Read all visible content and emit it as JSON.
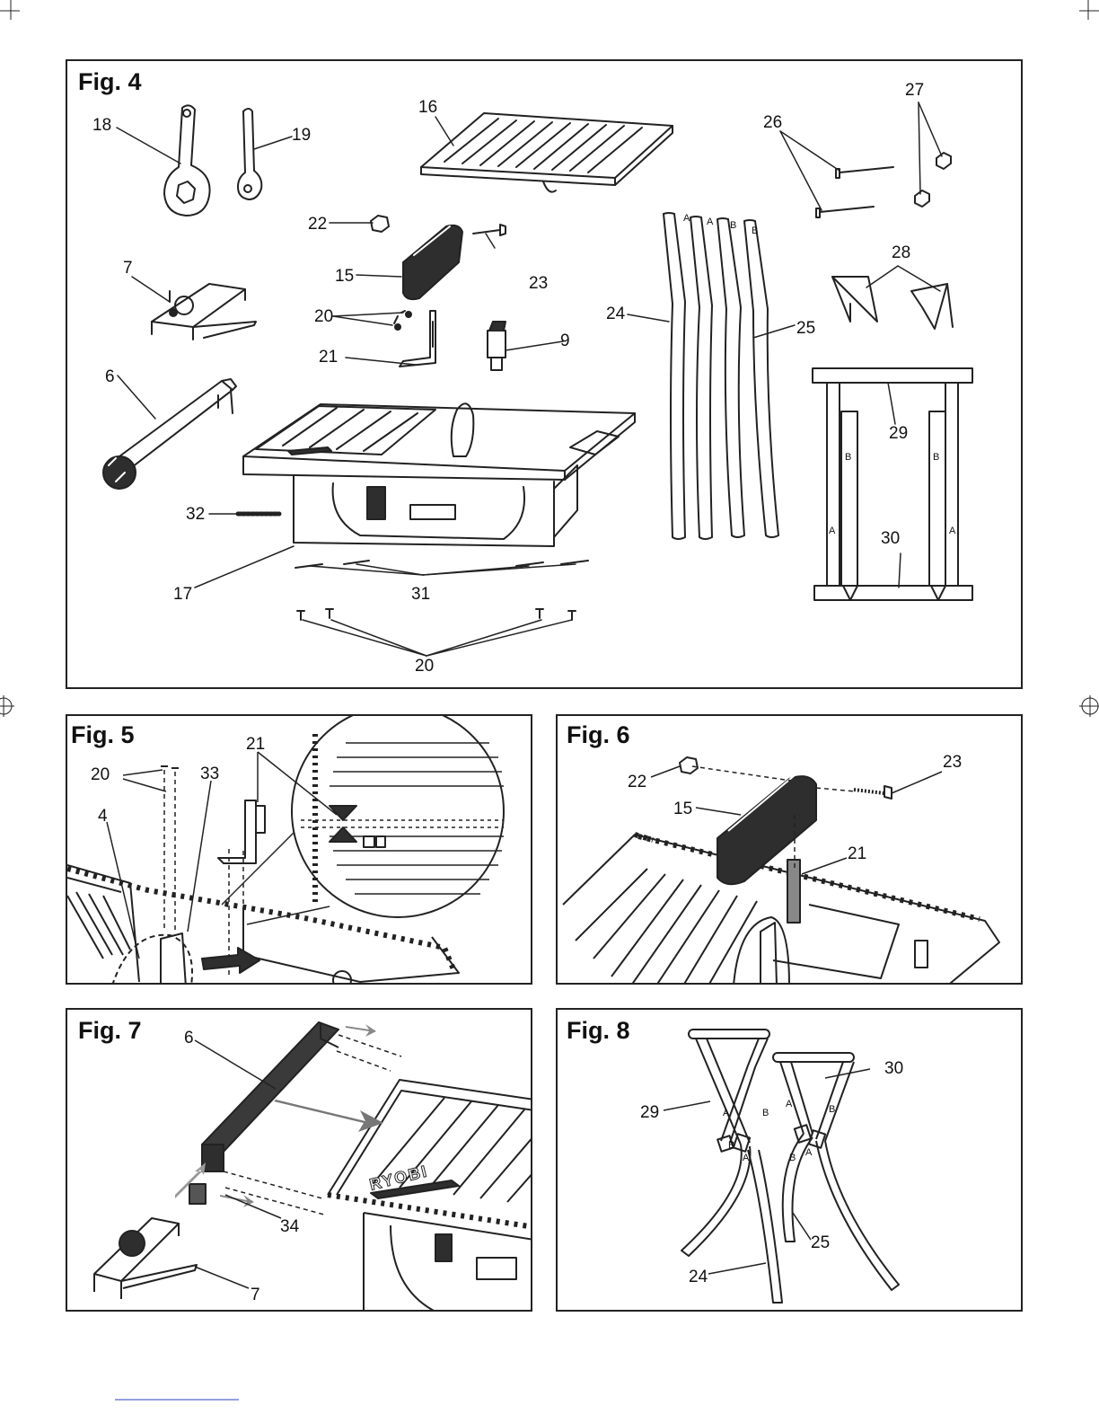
{
  "fig4": {
    "title": "Fig. 4",
    "callouts": [
      "18",
      "19",
      "16",
      "27",
      "26",
      "22",
      "23",
      "15",
      "7",
      "28",
      "20",
      "21",
      "9",
      "24",
      "25",
      "6",
      "29",
      "32",
      "30",
      "17",
      "31",
      "20"
    ],
    "tube_letters": [
      "A",
      "A",
      "B",
      "B"
    ],
    "frame_letters": [
      "B",
      "B",
      "A",
      "A"
    ]
  },
  "fig5": {
    "title": "Fig. 5",
    "callouts": [
      "21",
      "20",
      "33",
      "4"
    ]
  },
  "fig6": {
    "title": "Fig. 6",
    "callouts": [
      "22",
      "23",
      "15",
      "21"
    ]
  },
  "fig7": {
    "title": "Fig. 7",
    "callouts": [
      "6",
      "34",
      "7"
    ],
    "brand_mark": "RYOBI"
  },
  "fig8": {
    "title": "Fig. 8",
    "callouts": [
      "30",
      "29",
      "25",
      "24"
    ],
    "leg_letters": [
      "A",
      "B",
      "A",
      "B",
      "A",
      "B",
      "B",
      "A"
    ]
  },
  "colors": {
    "line": "#222222",
    "paper": "#ffffff",
    "shade": "#3a3a3a",
    "link": "#2a3fbf"
  }
}
